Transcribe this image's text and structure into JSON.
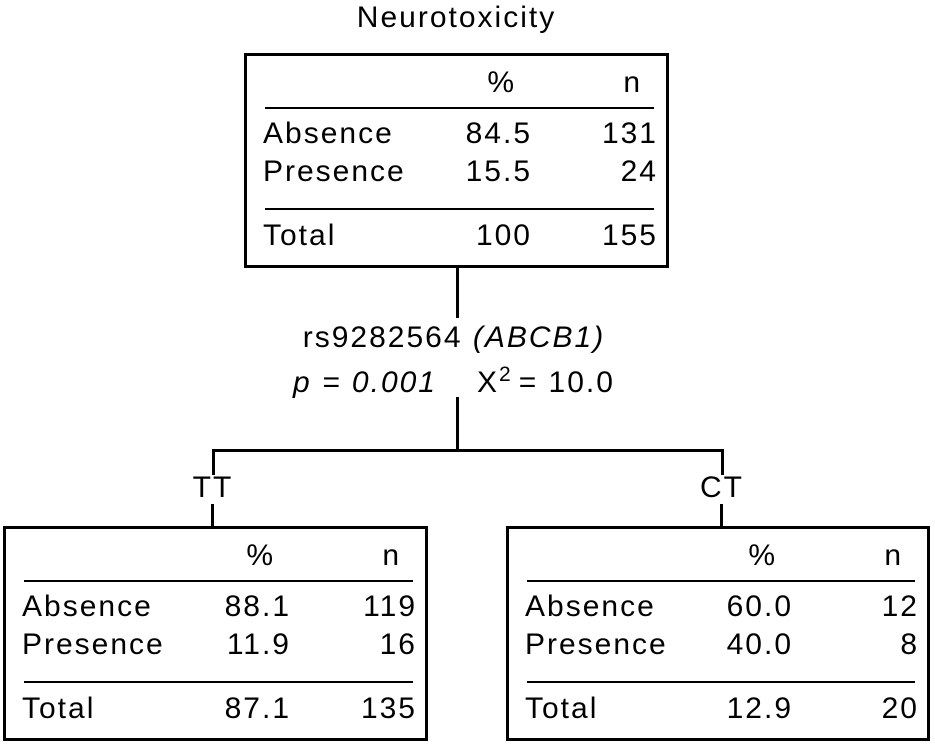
{
  "title": "Neurotoxicity",
  "columns": {
    "pct": "%",
    "n": "n"
  },
  "split": {
    "snp": "rs9282564 ",
    "gene_paren": "(ABCB1)",
    "p_value": "p = 0.001",
    "chi_symbol": "X",
    "chi_exponent": "2",
    "chi_value": "= 10.0"
  },
  "nodes": {
    "root": {
      "rows": [
        {
          "label": "Absence",
          "pct": "84.5",
          "n": "131"
        },
        {
          "label": "Presence",
          "pct": "15.5",
          "n": "24"
        }
      ],
      "total": {
        "label": "Total",
        "pct": "100",
        "n": "155"
      }
    },
    "tt": {
      "branch_label": "TT",
      "rows": [
        {
          "label": "Absence",
          "pct": "88.1",
          "n": "119"
        },
        {
          "label": "Presence",
          "pct": "11.9",
          "n": "16"
        }
      ],
      "total": {
        "label": "Total",
        "pct": "87.1",
        "n": "135"
      }
    },
    "ct": {
      "branch_label": "CT",
      "rows": [
        {
          "label": "Absence",
          "pct": "60.0",
          "n": "12"
        },
        {
          "label": "Presence",
          "pct": "40.0",
          "n": "8"
        }
      ],
      "total": {
        "label": "Total",
        "pct": "12.9",
        "n": "20"
      }
    }
  }
}
